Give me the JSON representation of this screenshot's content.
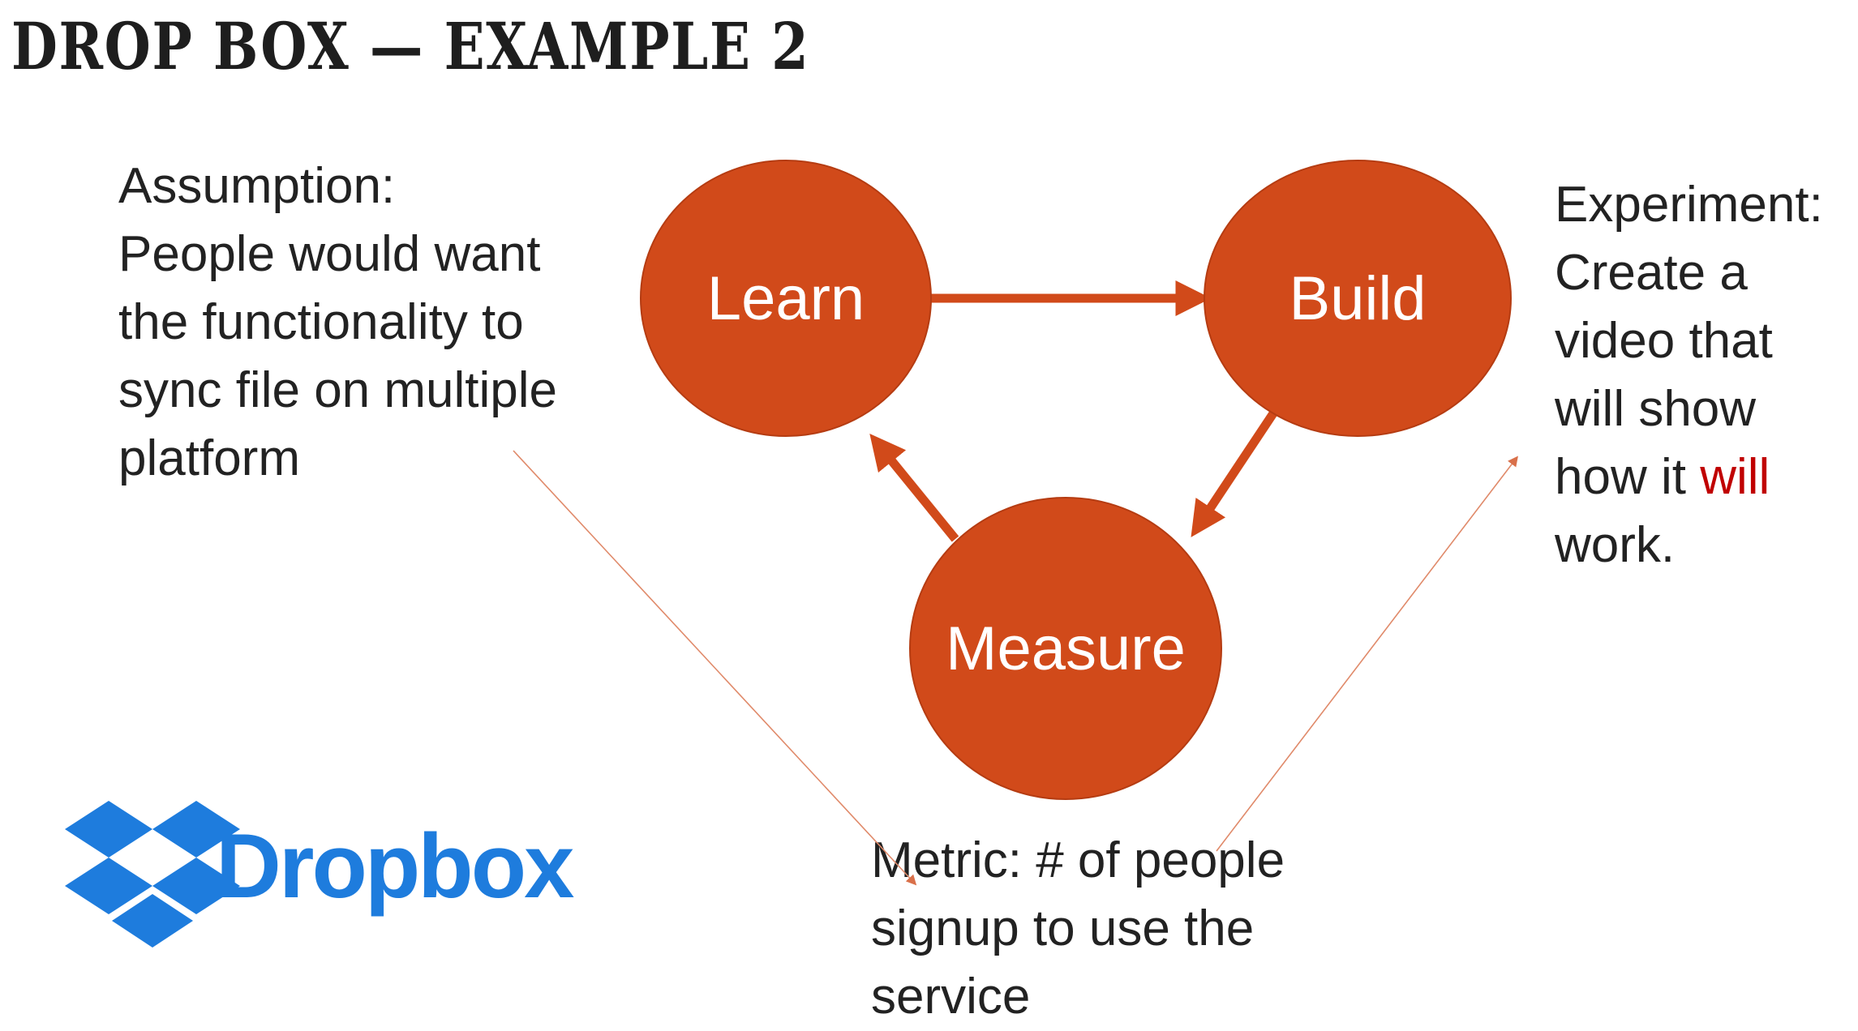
{
  "title": "DROP BOX — EXAMPLE 2",
  "assumption": {
    "lines": [
      "Assumption:",
      "People would want",
      "the functionality to",
      "sync file on multiple",
      "platform"
    ]
  },
  "experiment": {
    "lines": [
      "Experiment:",
      "Create a",
      "video that",
      "will show"
    ],
    "line5_prefix": "how it ",
    "line5_highlight": "will",
    "line6": "work."
  },
  "metric": {
    "lines": [
      "Metric: # of people",
      "signup to use the",
      "service"
    ]
  },
  "cycle": {
    "nodes": {
      "learn": "Learn",
      "build": "Build",
      "measure": "Measure"
    },
    "edges": [
      {
        "from": "Learn",
        "to": "Build"
      },
      {
        "from": "Build",
        "to": "Measure"
      },
      {
        "from": "Measure",
        "to": "Learn"
      }
    ]
  },
  "logo": {
    "text": "Dropbox"
  },
  "colors": {
    "node_fill": "#D14A1A",
    "arrow": "#D14A1A",
    "highlight_text": "#C00000",
    "logo_blue": "#1E7CDD"
  }
}
